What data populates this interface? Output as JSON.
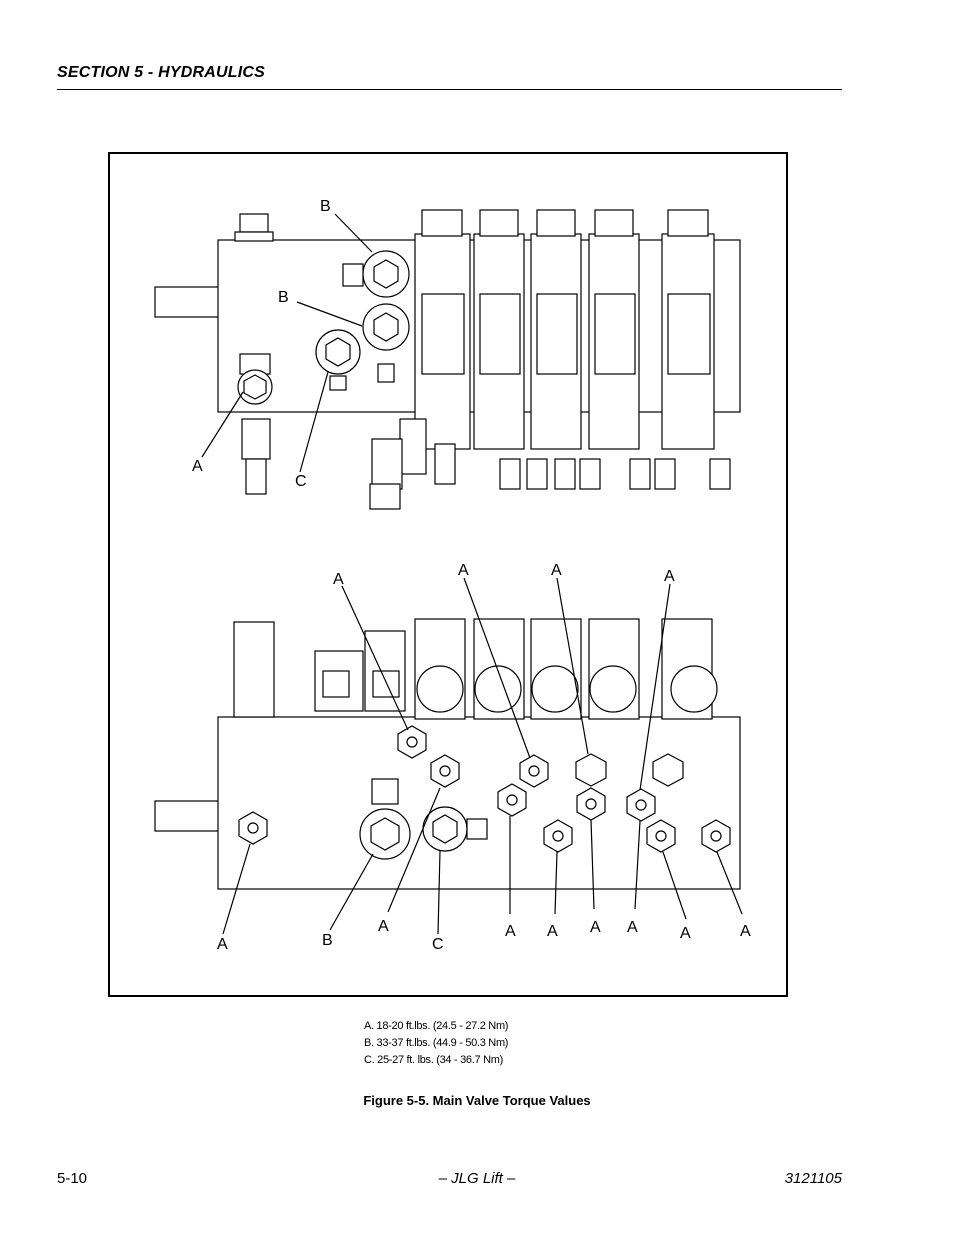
{
  "header": {
    "section_title": "SECTION 5 - HYDRAULICS"
  },
  "figure": {
    "callout_labels": {
      "top": [
        "B",
        "B",
        "A",
        "C"
      ],
      "bottom_upper": [
        "A",
        "A",
        "A",
        "A"
      ],
      "bottom_lower": [
        "A",
        "B",
        "A",
        "C",
        "A",
        "A",
        "A",
        "A",
        "A",
        "A"
      ]
    },
    "legend": [
      "A.  18-20 ft.lbs. (24.5 - 27.2 Nm)",
      "B.  33-37 ft.lbs. (44.9 - 50.3 Nm)",
      "C.  25-27 ft. lbs. (34 - 36.7 Nm)"
    ],
    "caption": "Figure 5-5.  Main Valve Torque Values"
  },
  "footer": {
    "page_number": "5-10",
    "publisher": "– JLG Lift –",
    "doc_number": "3121105"
  }
}
